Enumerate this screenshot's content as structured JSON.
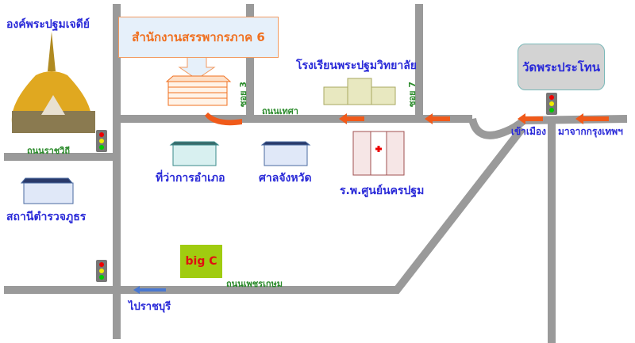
{
  "title_callout": "สำนักงานสรรพากรภาค 6",
  "landmarks": {
    "chedi": "องค์พระปฐมเจดีย์",
    "school": "โรงเรียนพระปฐมวิทยาลัย",
    "temple": "วัดพระประโทน",
    "district_office": "ที่ว่าการอำเภอ",
    "court": "ศาลจังหวัด",
    "hospital": "ร.พ.ศูนย์นครปฐม",
    "police": "สถานีตำรวจภูธร",
    "bigc": "big C"
  },
  "roads": {
    "thesa": "ถนนเทศา",
    "rajvithi": "ถนนราชวิถี",
    "phetkasem": "ถนนเพชรเกษม",
    "soi3": "ซอย 3",
    "soi7": "ซอย 7"
  },
  "directions": {
    "into_city": "เข้าเมือง",
    "from_bangkok": "มาจากกรุงเทพฯ",
    "to_ratchaburi": "ไปราชบุรี"
  },
  "colors": {
    "road": "#9a9a9a",
    "arrow": "#f05a1a",
    "label": "#2a2ad8",
    "road_label": "#2a8a2a",
    "accent": "#f07020"
  }
}
